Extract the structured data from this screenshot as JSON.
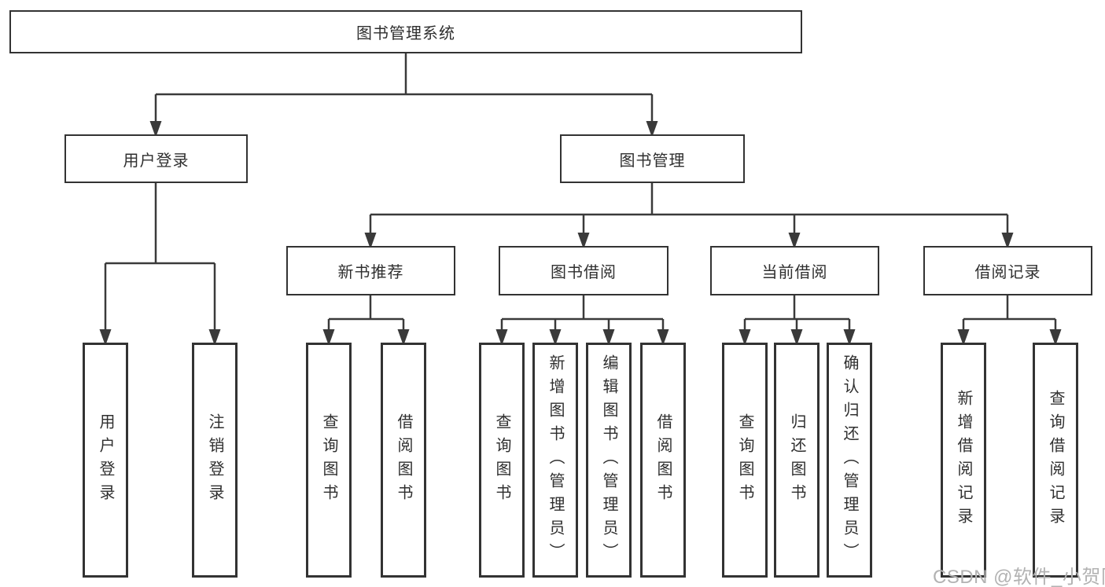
{
  "diagram": {
    "root": {
      "label": "图书管理系统"
    },
    "level2": [
      {
        "id": "user-login",
        "label": "用户登录"
      },
      {
        "id": "book-management",
        "label": "图书管理"
      }
    ],
    "level3": [
      {
        "id": "new-book-recommend",
        "label": "新书推荐"
      },
      {
        "id": "book-borrow",
        "label": "图书借阅"
      },
      {
        "id": "current-borrow",
        "label": "当前借阅"
      },
      {
        "id": "borrow-records",
        "label": "借阅记录"
      }
    ],
    "level4": [
      {
        "id": "leaf-user-login",
        "label": "用户登录"
      },
      {
        "id": "leaf-logout",
        "label": "注销登录"
      },
      {
        "id": "leaf-query-book-recommend",
        "label": "查询图书"
      },
      {
        "id": "leaf-borrow-book-recommend",
        "label": "借阅图书"
      },
      {
        "id": "leaf-query-book-borrow",
        "label": "查询图书"
      },
      {
        "id": "leaf-add-book-admin",
        "label": "新增图书（管理员）"
      },
      {
        "id": "leaf-edit-book-admin",
        "label": "编辑图书（管理员）"
      },
      {
        "id": "leaf-borrow-book",
        "label": "借阅图书"
      },
      {
        "id": "leaf-query-book-current",
        "label": "查询图书"
      },
      {
        "id": "leaf-return-book",
        "label": "归还图书"
      },
      {
        "id": "leaf-confirm-return-admin",
        "label": "确认归还（管理员）"
      },
      {
        "id": "leaf-add-borrow-record",
        "label": "新增借阅记录"
      },
      {
        "id": "leaf-query-borrow-record",
        "label": "查询借阅记录"
      }
    ]
  },
  "watermark": {
    "text": "CSDN @软件_小贺同学"
  },
  "colors": {
    "line": "#3a3a3a",
    "box_border": "#333333",
    "text": "#2f2f2f",
    "background": "#ffffff",
    "watermark": "#b2b2b2"
  }
}
